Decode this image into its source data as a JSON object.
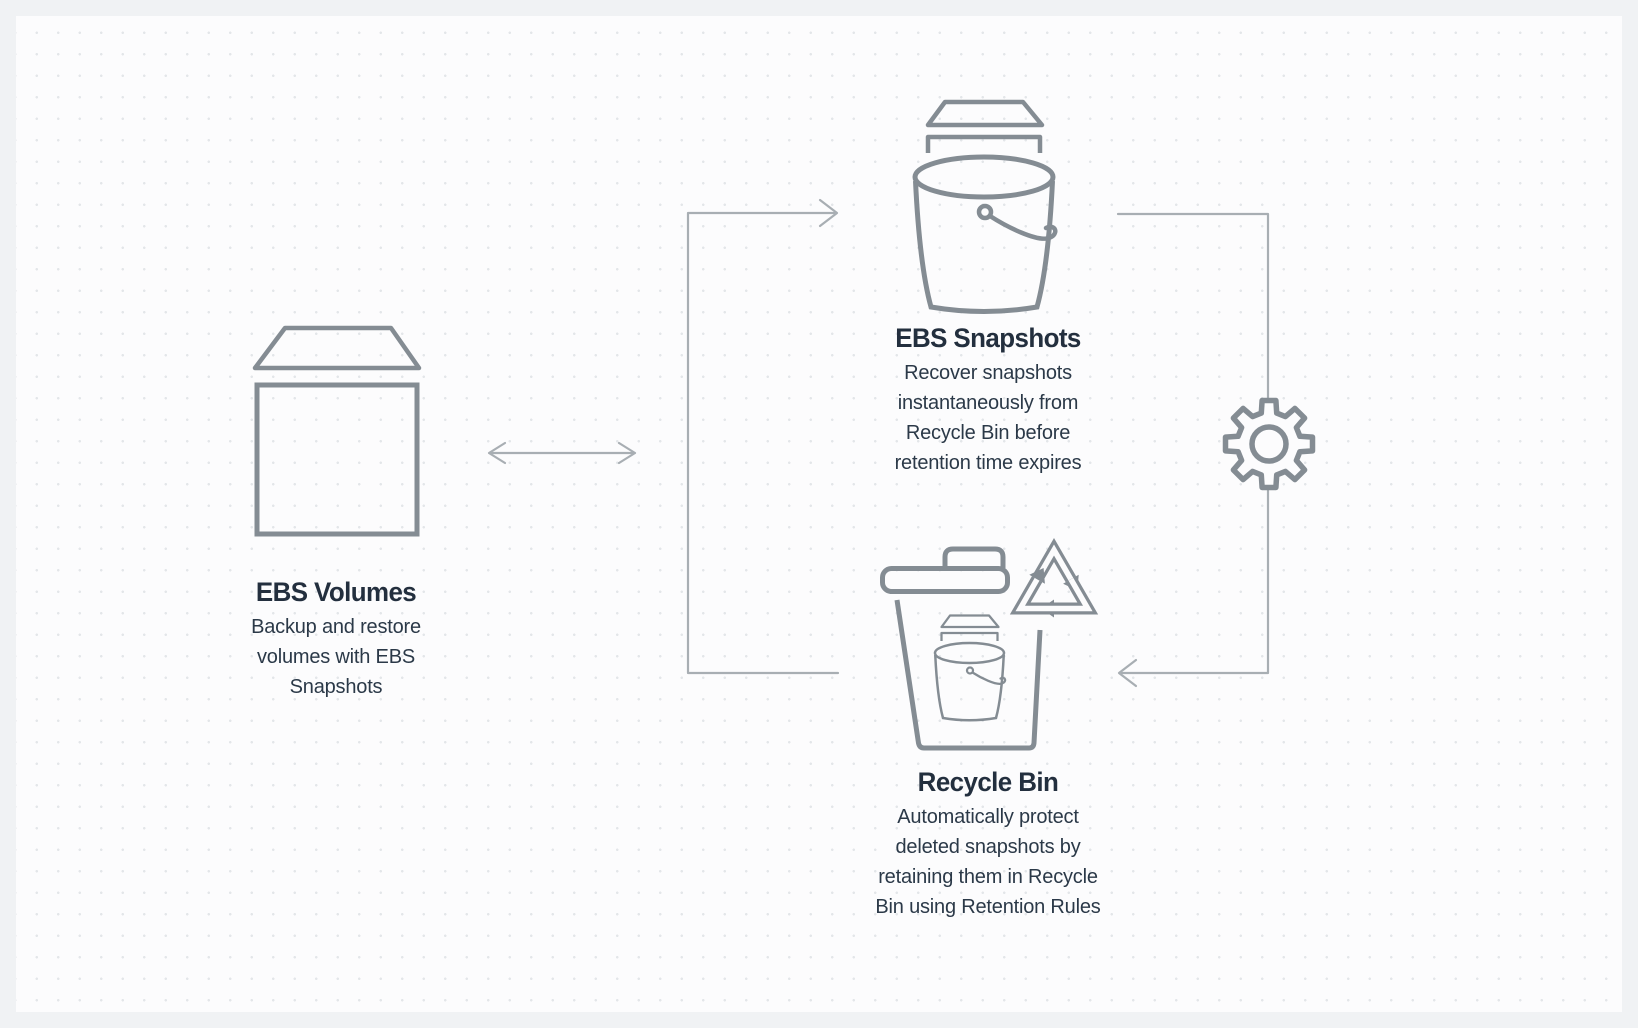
{
  "nodes": {
    "volumes": {
      "title": "EBS Volumes",
      "desc_lines": [
        "Backup and restore",
        "volumes with EBS",
        "Snapshots"
      ]
    },
    "snapshots": {
      "title": "EBS Snapshots",
      "desc_lines": [
        "Recover snapshots",
        "instantaneously from",
        "Recycle Bin before",
        "retention time expires"
      ]
    },
    "recycle_bin": {
      "title": "Recycle Bin",
      "desc_lines": [
        "Automatically protect",
        "deleted snapshots by",
        "retaining them in Recycle",
        "Bin using Retention Rules"
      ]
    }
  },
  "icons": {
    "volumes": "ebs-volume-icon",
    "snapshots": "snapshot-bucket-icon",
    "recycle_bin": "trash-bin-with-bucket-icon",
    "recycle_symbol": "recycle-arrows-icon",
    "gear": "gear-icon",
    "flows": [
      "volumes-snapshots-double-arrow",
      "recyclebin-to-snapshots-arrow",
      "snapshots-to-recyclebin-arrow"
    ]
  },
  "colors": {
    "background_frame": "#f0f2f4",
    "canvas": "#fcfcfd",
    "dot_grid": "#e3e6e9",
    "icon_stroke": "#848c93",
    "connector": "#a8aeb3",
    "heading_text": "#232f3e",
    "body_text": "#2b3948"
  }
}
